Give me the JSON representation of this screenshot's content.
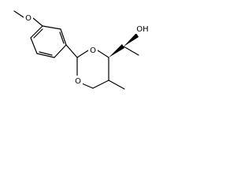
{
  "molecule": {
    "atoms": {
      "methoxy_oxygen": "O",
      "ring_oxygen_top": "O",
      "ring_oxygen_bottom": "O",
      "hydroxyl": "OH"
    }
  },
  "colors": {
    "bond": "#000000",
    "background": "#ffffff"
  }
}
